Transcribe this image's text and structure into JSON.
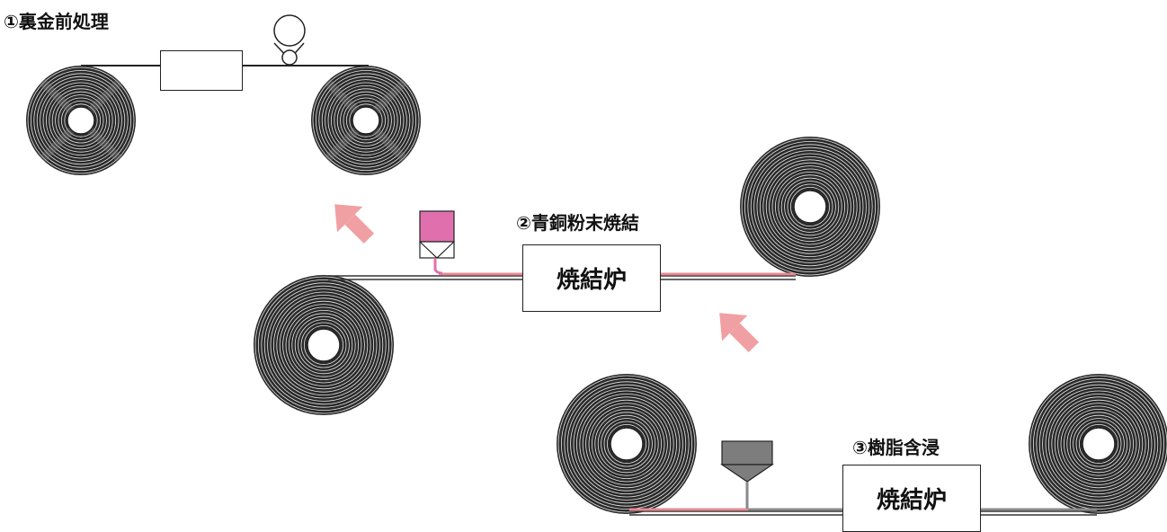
{
  "steps": [
    {
      "title": "①裏金前処理"
    },
    {
      "title": "②青銅粉末焼結",
      "furnace_label": "焼結炉"
    },
    {
      "title": "③樹脂含浸",
      "furnace_label": "焼結炉"
    }
  ],
  "colors": {
    "coil": "#2a2a2a",
    "strip": "#333333",
    "bronze_layer": "#e58a93",
    "bronze_powder": "#e06fae",
    "resin": "#7d7d7d",
    "arrow": "#f0a0a2"
  }
}
